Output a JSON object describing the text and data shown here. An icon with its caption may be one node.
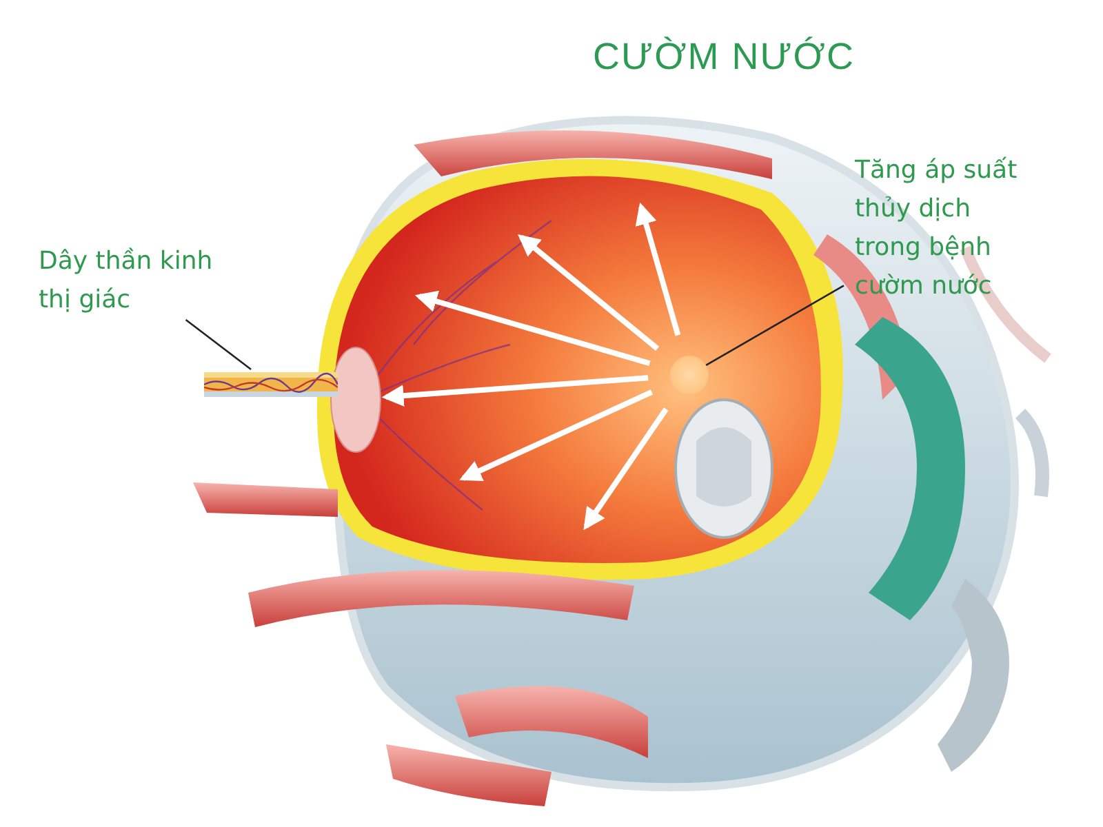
{
  "diagram": {
    "title": "CƯỜM NƯỚC",
    "nodes": [
      {
        "text": [
          "Dây thần kinh thị giác"
        ]
      },
      {
        "text": [],
        "shape": "picture"
      },
      {
        "text": [
          "Tăng áp suất thủy dịch trong bệnh cườm nước"
        ]
      },
      {
        "text": [],
        "shape": "circle"
      }
    ],
    "edges": [
      {
        "from": 0,
        "to": 1,
        "arrow": "none"
      },
      {
        "from": 2,
        "to": 3,
        "arrow": "none"
      }
    ]
  }
}
